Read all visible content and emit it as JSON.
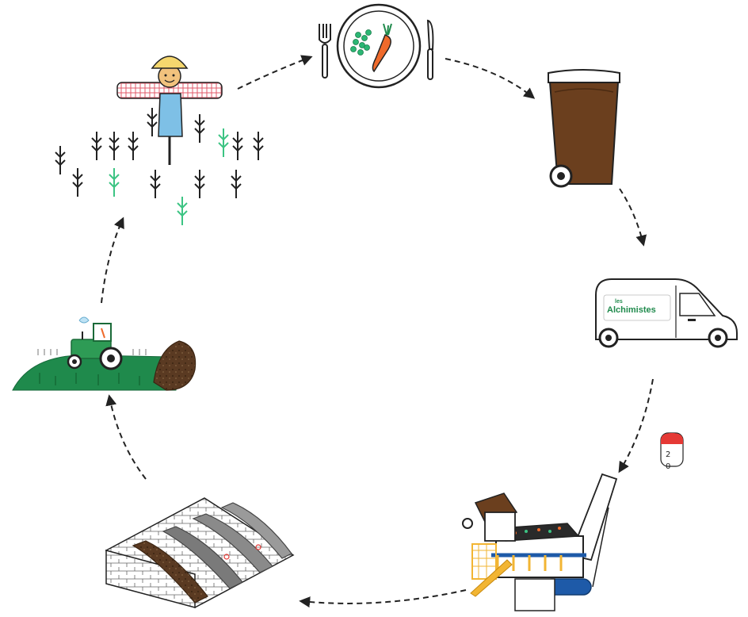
{
  "diagram": {
    "type": "compost-cycle",
    "steps": [
      {
        "id": "meal",
        "icon": "plate-with-cutlery-icon"
      },
      {
        "id": "collection-bin",
        "icon": "brown-wheelie-bin-icon"
      },
      {
        "id": "collection-van",
        "icon": "delivery-van-icon",
        "van_brand_small": "les",
        "van_brand_main": "Alchimistes"
      },
      {
        "id": "sorting-machine",
        "icon": "waste-sorting-machine-icon"
      },
      {
        "id": "compost-windrows",
        "icon": "compost-bays-icon"
      },
      {
        "id": "field-spreading",
        "icon": "tractor-spreading-compost-icon"
      },
      {
        "id": "crops",
        "icon": "scarecrow-field-icon"
      }
    ],
    "flow": "clockwise",
    "badge": {
      "icon": "notification-badge-icon",
      "line1": "2",
      "line2": "0",
      "color": "#e53935"
    }
  },
  "colors": {
    "bin_brown": "#6b3f1e",
    "field_green": "#1f8a4c",
    "tractor_green": "#2e9b55",
    "plant_green": "#3cc483",
    "machine_blue": "#1e5aa8",
    "machine_yellow": "#f2b533",
    "compost_brown": "#5a3a22",
    "carrot_orange": "#ef6a2b"
  }
}
